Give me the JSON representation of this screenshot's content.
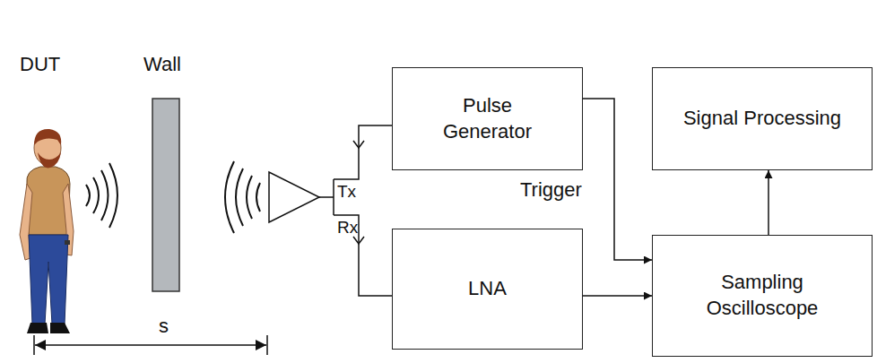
{
  "diagram": {
    "nodes": [
      {
        "text": [
          "Pulse Generator"
        ]
      },
      {
        "text": [
          "Signal Processing"
        ]
      },
      {
        "text": [
          "LNA"
        ]
      },
      {
        "text": [
          "Sampling Oscilloscope"
        ]
      }
    ],
    "edges": [
      {
        "from": 0,
        "to": 3,
        "arrow": "to",
        "label": "Trigger"
      },
      {
        "from": 2,
        "to": 3,
        "arrow": "to"
      },
      {
        "from": 3,
        "to": 1,
        "arrow": "to"
      }
    ],
    "labels": [
      "DUT",
      "Wall",
      "Tx",
      "Rx",
      "s"
    ]
  }
}
